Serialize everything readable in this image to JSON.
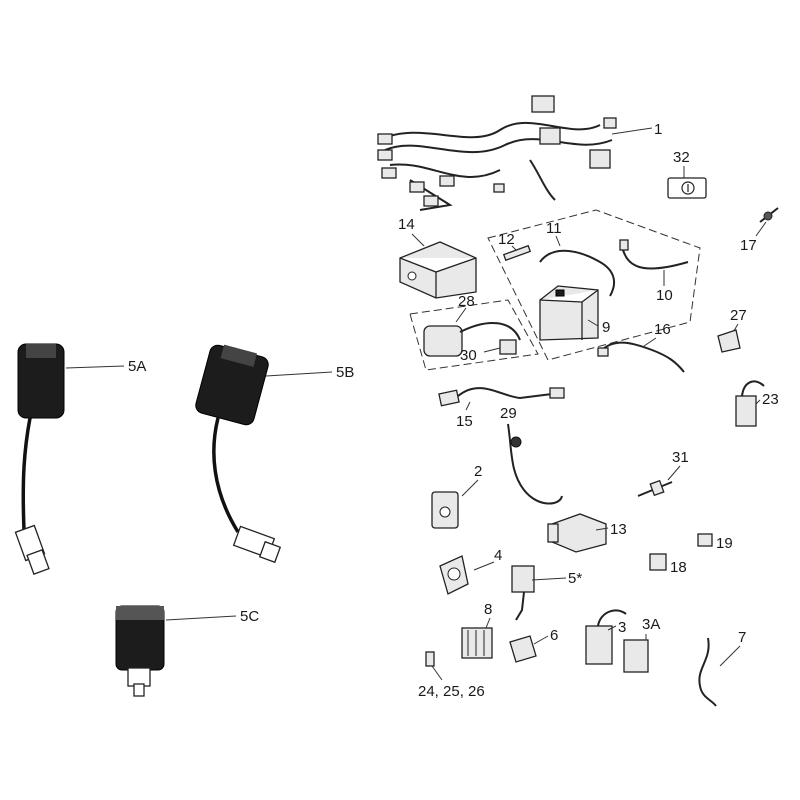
{
  "diagram": {
    "labels": {
      "p1": "1",
      "p2": "2",
      "p3": "3",
      "p3a": "3A",
      "p4": "4",
      "p5star": "5*",
      "p5a": "5A",
      "p5b": "5B",
      "p5c": "5C",
      "p6": "6",
      "p7": "7",
      "p8": "8",
      "p9": "9",
      "p10": "10",
      "p11": "11",
      "p12": "12",
      "p13": "13",
      "p14": "14",
      "p15": "15",
      "p16": "16",
      "p17": "17",
      "p18": "18",
      "p19": "19",
      "p23": "23",
      "p24_26": "24, 25, 26",
      "p27": "27",
      "p28": "28",
      "p29": "29",
      "p30": "30",
      "p31": "31",
      "p32": "32"
    }
  }
}
